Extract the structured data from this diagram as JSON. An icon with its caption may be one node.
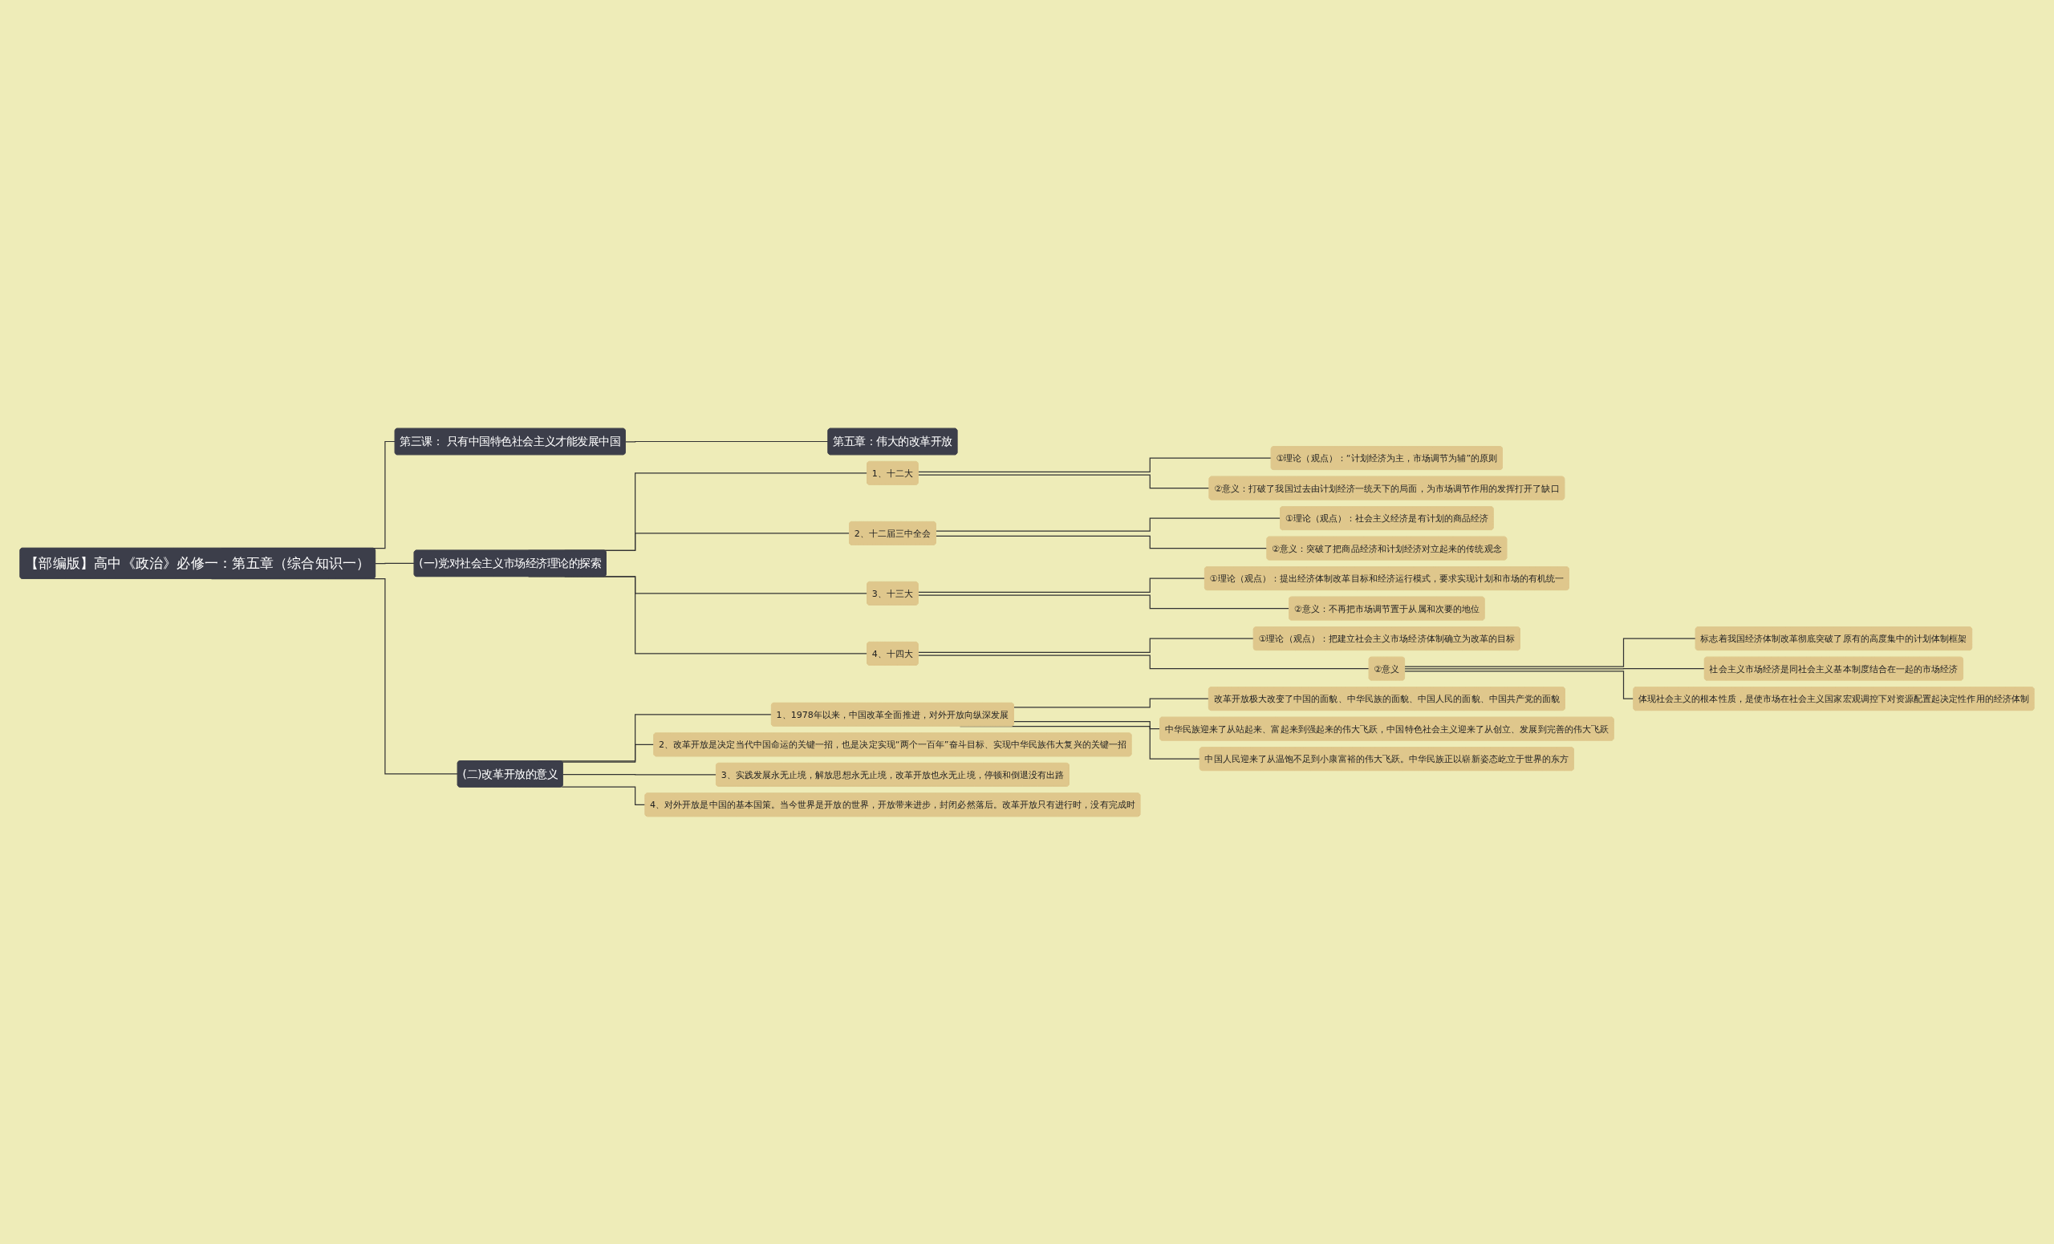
{
  "diagram": {
    "nodes": [
      {
        "text": [
          "【部编版】高中《政治》必修一：第五章（综合知识一）"
        ]
      },
      {
        "text": [
          "第三课： 只有中国特色社会主义才能发展中国"
        ]
      },
      {
        "text": [
          "第五章：伟大的改革开放"
        ]
      },
      {
        "text": [
          "(一)党对社会主义市场经济理论的探索"
        ]
      },
      {
        "text": [
          "1、十二大"
        ]
      },
      {
        "text": [
          "①理论（观点）：“计划经济为主，市场调节为辅”的原则"
        ]
      },
      {
        "text": [
          "②意义：打破了我国过去由计划经济一统天下的局面，为市场调节作用的发挥打开了缺口"
        ]
      },
      {
        "text": [
          "2、十二届三中全会"
        ]
      },
      {
        "text": [
          "①理论（观点）：社会主义经济是有计划的商品经济"
        ]
      },
      {
        "text": [
          "②意义：突破了把商品经济和计划经济对立起来的传统观念"
        ]
      },
      {
        "text": [
          "3、十三大"
        ]
      },
      {
        "text": [
          "①理论（观点）：提出经济体制改革目标和经济运行模式，要求实现计划和市场的有机统一"
        ]
      },
      {
        "text": [
          "②意义：不再把市场调节置于从属和次要的地位"
        ]
      },
      {
        "text": [
          "4、十四大"
        ]
      },
      {
        "text": [
          "①理论（观点）：把建立社会主义市场经济体制确立为改革的目标"
        ]
      },
      {
        "text": [
          "②意义"
        ]
      },
      {
        "text": [
          "标志着我国经济体制改革彻底突破了原有的高度集中的计划体制框架"
        ]
      },
      {
        "text": [
          "社会主义市场经济是同社会主义基本制度结合在一起的市场经济"
        ]
      },
      {
        "text": [
          "体现社会主义的根本性质，是使市场在社会主义国家宏观调控下对资源配置起决定性作用的经济体制"
        ]
      },
      {
        "text": [
          "(二)改革开放的意义"
        ]
      },
      {
        "text": [
          "1、1978年以来，中国改革全面推进，对外开放向纵深发展"
        ]
      },
      {
        "text": [
          "改革开放极大改变了中国的面貌、中华民族的面貌、中国人民的面貌、中国共产党的面貌"
        ]
      },
      {
        "text": [
          "中华民族迎来了从站起来、富起来到强起来的伟大飞跃，中国特色社会主义迎来了从创立、发展到完善的伟大飞跃"
        ]
      },
      {
        "text": [
          "中国人民迎来了从温饱不足到小康富裕的伟大飞跃。中华民族正以崭新姿态屹立于世界的东方"
        ]
      },
      {
        "text": [
          "2、改革开放是决定当代中国命运的关键一招，也是决定实现“两个一百年”奋斗目标、实现中华民族伟大复兴的关键一招"
        ]
      },
      {
        "text": [
          "3、实践发展永无止境，解放思想永无止境，改革开放也永无止境，停顿和倒退没有出路"
        ]
      },
      {
        "text": [
          "4、对外开放是中国的基本国策。当今世界是开放的世界，开放带来进步，封闭必然落后。改革开放只有进行时，没有完成时"
        ]
      }
    ],
    "edges": [
      {
        "from": 0,
        "to": 1,
        "arrow": "none"
      },
      {
        "from": 1,
        "to": 2,
        "arrow": "none"
      },
      {
        "from": 0,
        "to": 3,
        "arrow": "none"
      },
      {
        "from": 3,
        "to": 4,
        "arrow": "none"
      },
      {
        "from": 4,
        "to": 5,
        "arrow": "none"
      },
      {
        "from": 4,
        "to": 6,
        "arrow": "none"
      },
      {
        "from": 3,
        "to": 7,
        "arrow": "none"
      },
      {
        "from": 7,
        "to": 8,
        "arrow": "none"
      },
      {
        "from": 7,
        "to": 9,
        "arrow": "none"
      },
      {
        "from": 3,
        "to": 10,
        "arrow": "none"
      },
      {
        "from": 10,
        "to": 11,
        "arrow": "none"
      },
      {
        "from": 10,
        "to": 12,
        "arrow": "none"
      },
      {
        "from": 3,
        "to": 13,
        "arrow": "none"
      },
      {
        "from": 13,
        "to": 14,
        "arrow": "none"
      },
      {
        "from": 13,
        "to": 15,
        "arrow": "none"
      },
      {
        "from": 15,
        "to": 16,
        "arrow": "none"
      },
      {
        "from": 15,
        "to": 17,
        "arrow": "none"
      },
      {
        "from": 15,
        "to": 18,
        "arrow": "none"
      },
      {
        "from": 0,
        "to": 19,
        "arrow": "none"
      },
      {
        "from": 19,
        "to": 20,
        "arrow": "none"
      },
      {
        "from": 20,
        "to": 21,
        "arrow": "none"
      },
      {
        "from": 20,
        "to": 22,
        "arrow": "none"
      },
      {
        "from": 20,
        "to": 23,
        "arrow": "none"
      },
      {
        "from": 19,
        "to": 24,
        "arrow": "none"
      },
      {
        "from": 19,
        "to": 25,
        "arrow": "none"
      },
      {
        "from": 19,
        "to": 26,
        "arrow": "none"
      }
    ]
  }
}
